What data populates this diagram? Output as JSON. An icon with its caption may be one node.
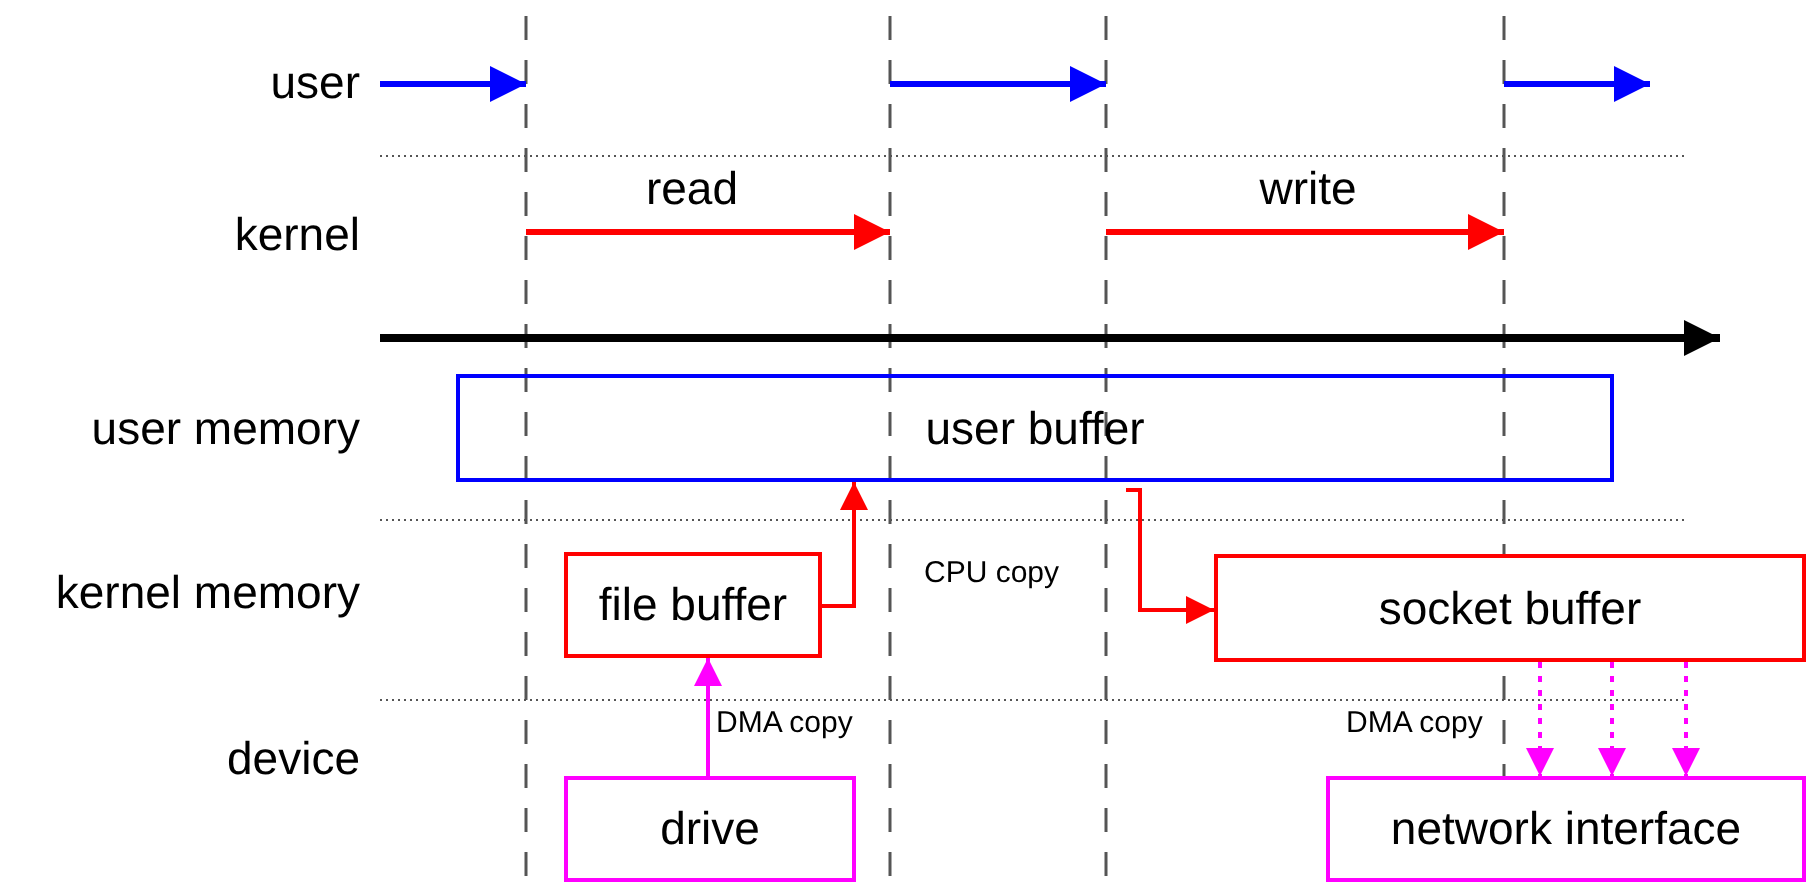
{
  "diagram": {
    "nodes": [
      {
        "text": [
          "user buffer"
        ]
      },
      {
        "text": [
          "file buffer"
        ]
      },
      {
        "text": [
          "socket buffer"
        ]
      },
      {
        "text": [
          "drive"
        ]
      },
      {
        "text": [
          "network interface"
        ]
      }
    ],
    "edges": [
      {
        "from": 3,
        "to": 1,
        "arrow": "to"
      },
      {
        "from": 1,
        "to": 0,
        "arrow": "to",
        "color": "#ff0000"
      },
      {
        "from": 0,
        "to": 2,
        "arrow": "to",
        "color": "#ff0000"
      },
      {
        "from": 2,
        "to": 4,
        "arrow": "to",
        "style": "dashed"
      },
      {
        "from": 2,
        "to": 4,
        "arrow": "to",
        "style": "dashed"
      },
      {
        "from": 2,
        "to": 4,
        "arrow": "to",
        "style": "dashed"
      }
    ],
    "labels": [
      "user",
      "read",
      "write",
      "kernel",
      "user memory",
      "kernel memory",
      "CPU copy",
      "device",
      "DMA copy",
      "DMA copy"
    ]
  }
}
